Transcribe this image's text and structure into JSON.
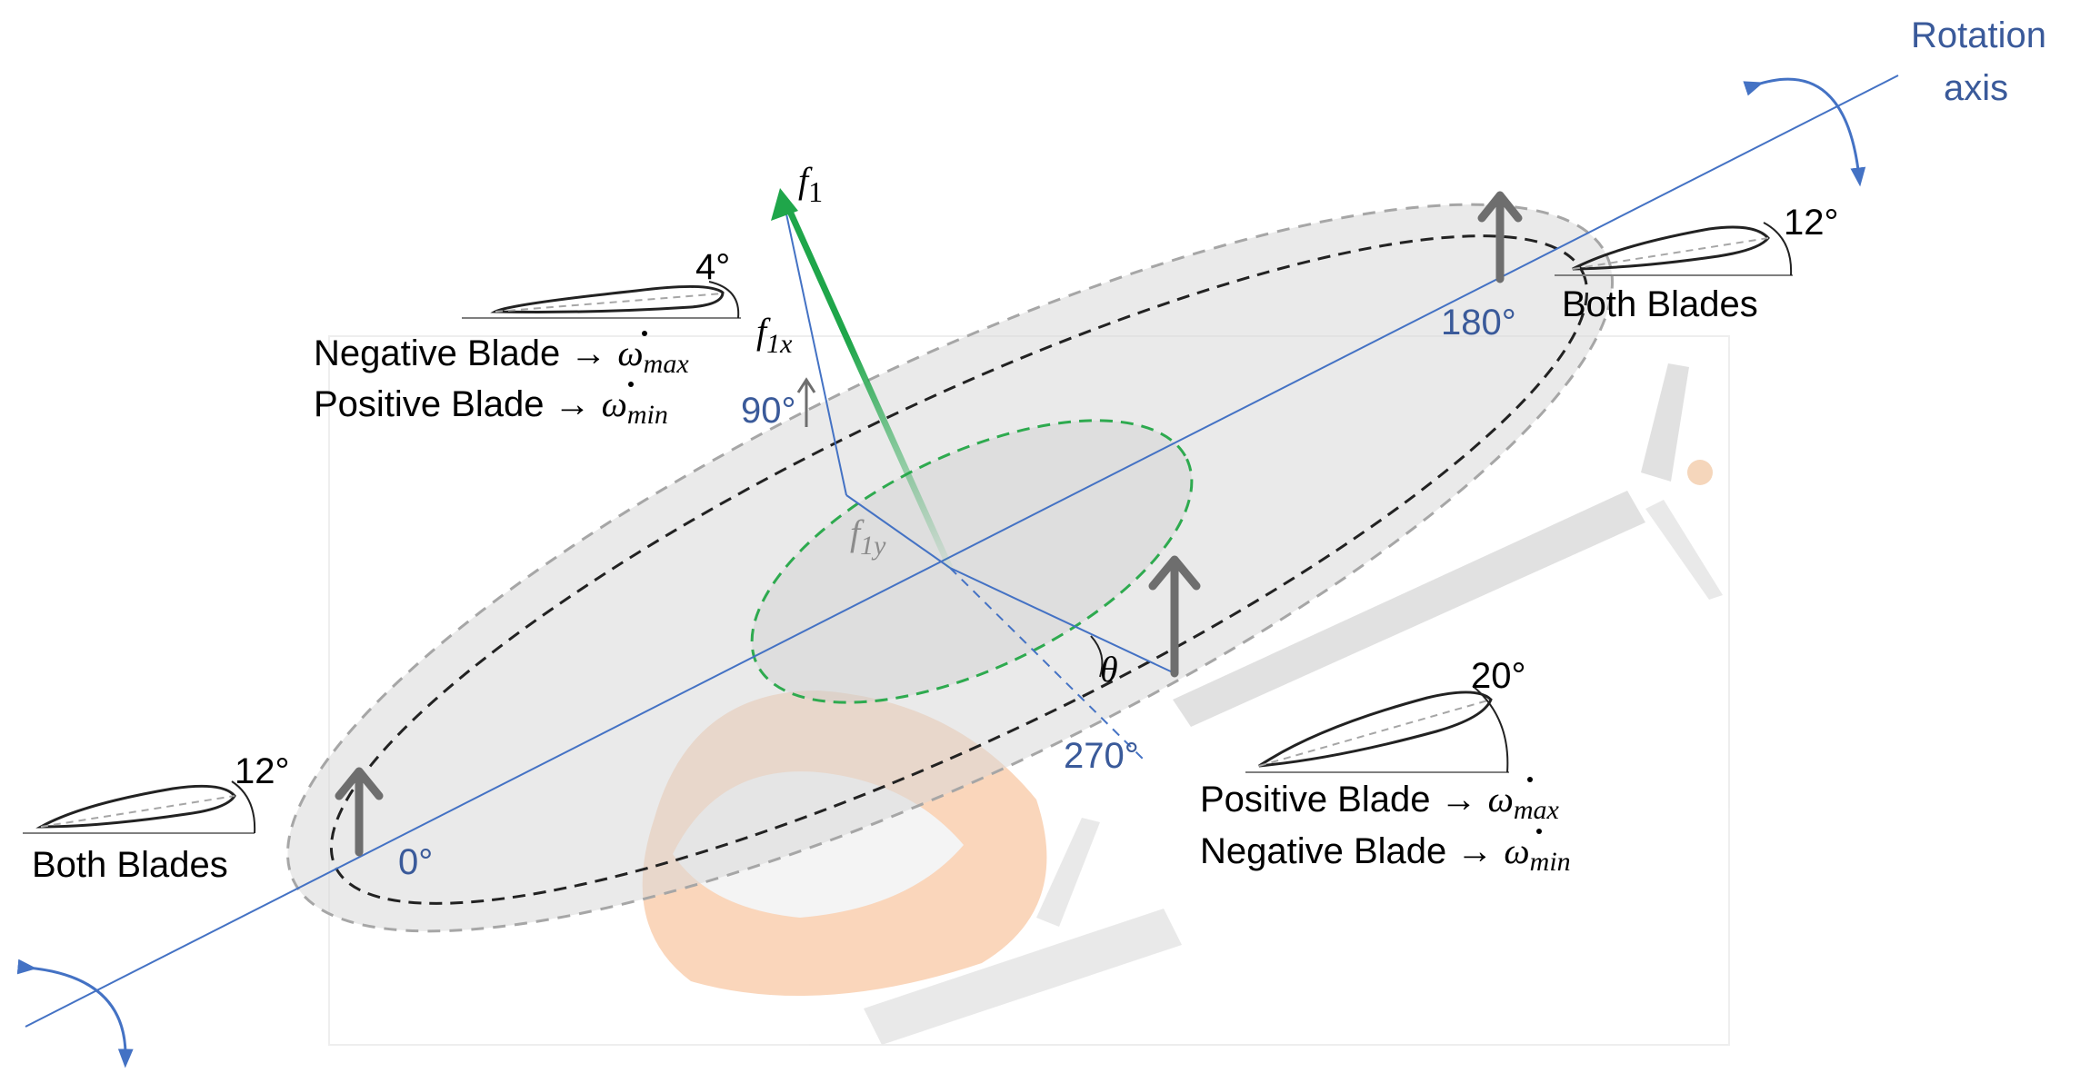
{
  "colors": {
    "rotation_axis": "#4472c4",
    "force_vector": "#1fa64a",
    "outer_disk": "#a6a6a6",
    "rotor_path": "#222222",
    "inner_disk": "#2eaa4f",
    "lift_arrow": "#6e6e6e",
    "angle_label": "#3a5a9a"
  },
  "labels": {
    "rotation_axis_line1": "Rotation",
    "rotation_axis_line2": "axis",
    "force": "f",
    "force_sub": "1",
    "force_x": "f",
    "force_x_sub": "1x",
    "force_y": "f",
    "force_y_sub": "1y",
    "theta": "θ",
    "angle_0": "0°",
    "angle_90": "90°",
    "angle_180": "180°",
    "angle_270": "270°"
  },
  "airfoils": {
    "top_left": {
      "angle": "4°"
    },
    "top_right": {
      "angle": "12°",
      "caption": "Both Blades"
    },
    "bottom_left": {
      "angle": "12°",
      "caption": "Both Blades"
    },
    "bottom_right": {
      "angle": "20°"
    }
  },
  "blade_notes": {
    "top_left": [
      {
        "prefix": "Negative Blade ",
        "arrow": "→",
        "omega": "ω",
        "sub": "max"
      },
      {
        "prefix": "Positive Blade ",
        "arrow": "→",
        "omega": "ω",
        "sub": "min"
      }
    ],
    "bottom_right": [
      {
        "prefix": "Positive Blade ",
        "arrow": "→",
        "omega": "ω",
        "sub": "max"
      },
      {
        "prefix": "Negative Blade ",
        "arrow": "→",
        "omega": "ω",
        "sub": "min"
      }
    ]
  }
}
